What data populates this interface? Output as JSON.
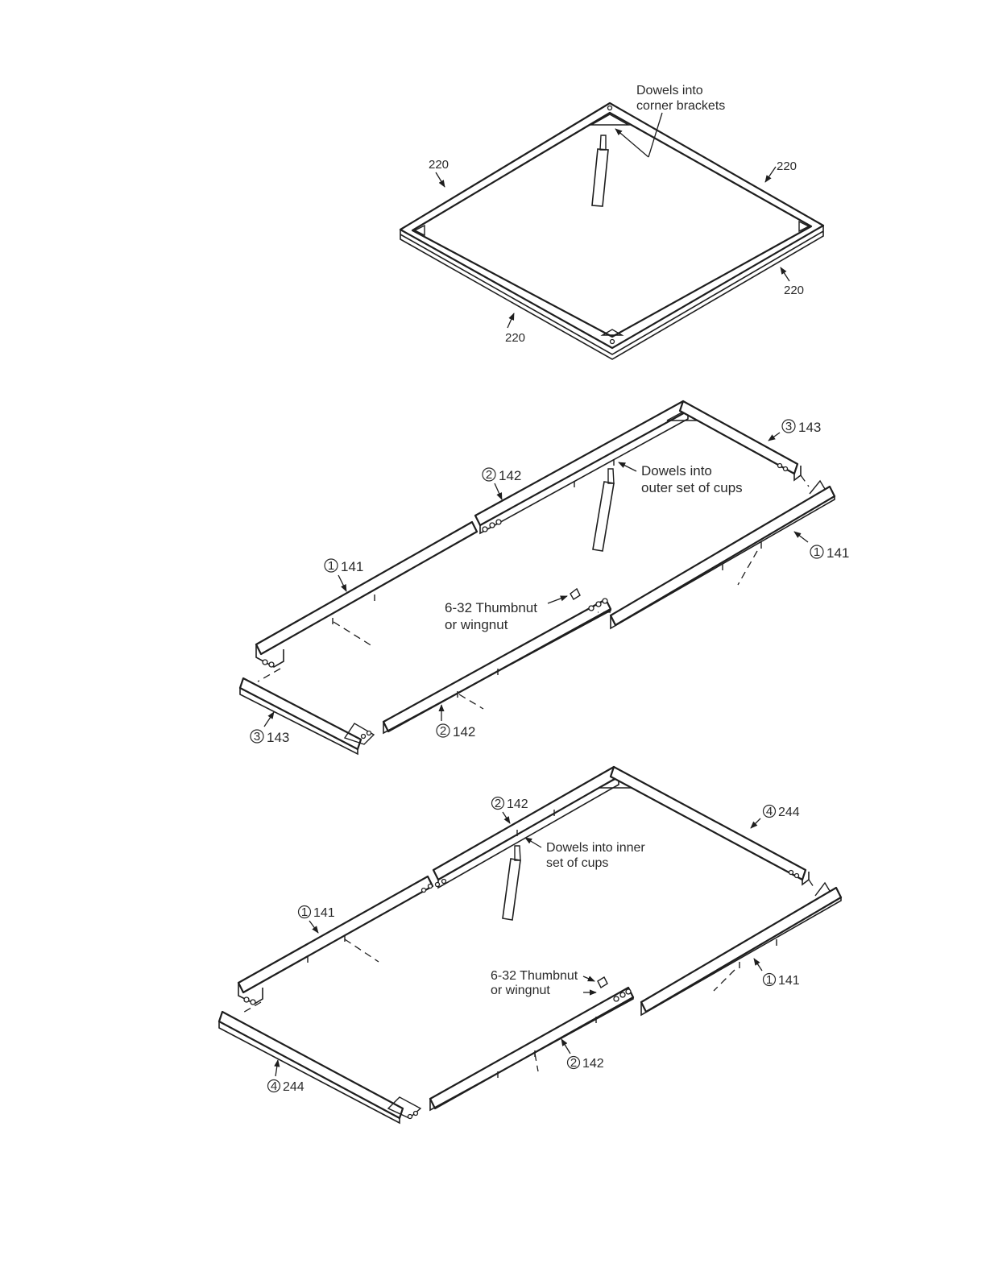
{
  "top": {
    "callout": [
      "Dowels into",
      "corner brackets"
    ],
    "refs": [
      "220",
      "220",
      "220",
      "220"
    ]
  },
  "middle": {
    "dowels_callout": [
      "Dowels into",
      "outer set of cups"
    ],
    "nut_callout": [
      "6-32 Thumbnut",
      "or wingnut"
    ],
    "parts": [
      {
        "num": "3",
        "ref": "143"
      },
      {
        "num": "2",
        "ref": "142"
      },
      {
        "num": "1",
        "ref": "141"
      },
      {
        "num": "1",
        "ref": "141"
      },
      {
        "num": "2",
        "ref": "142"
      },
      {
        "num": "3",
        "ref": "143"
      }
    ]
  },
  "bottom": {
    "dowels_callout": [
      "Dowels into inner",
      "set of cups"
    ],
    "nut_callout": [
      "6-32 Thumbnut",
      "or wingnut"
    ],
    "parts": [
      {
        "num": "2",
        "ref": "142"
      },
      {
        "num": "4",
        "ref": "244"
      },
      {
        "num": "1",
        "ref": "141"
      },
      {
        "num": "1",
        "ref": "141"
      },
      {
        "num": "2",
        "ref": "142"
      },
      {
        "num": "4",
        "ref": "244"
      }
    ]
  }
}
